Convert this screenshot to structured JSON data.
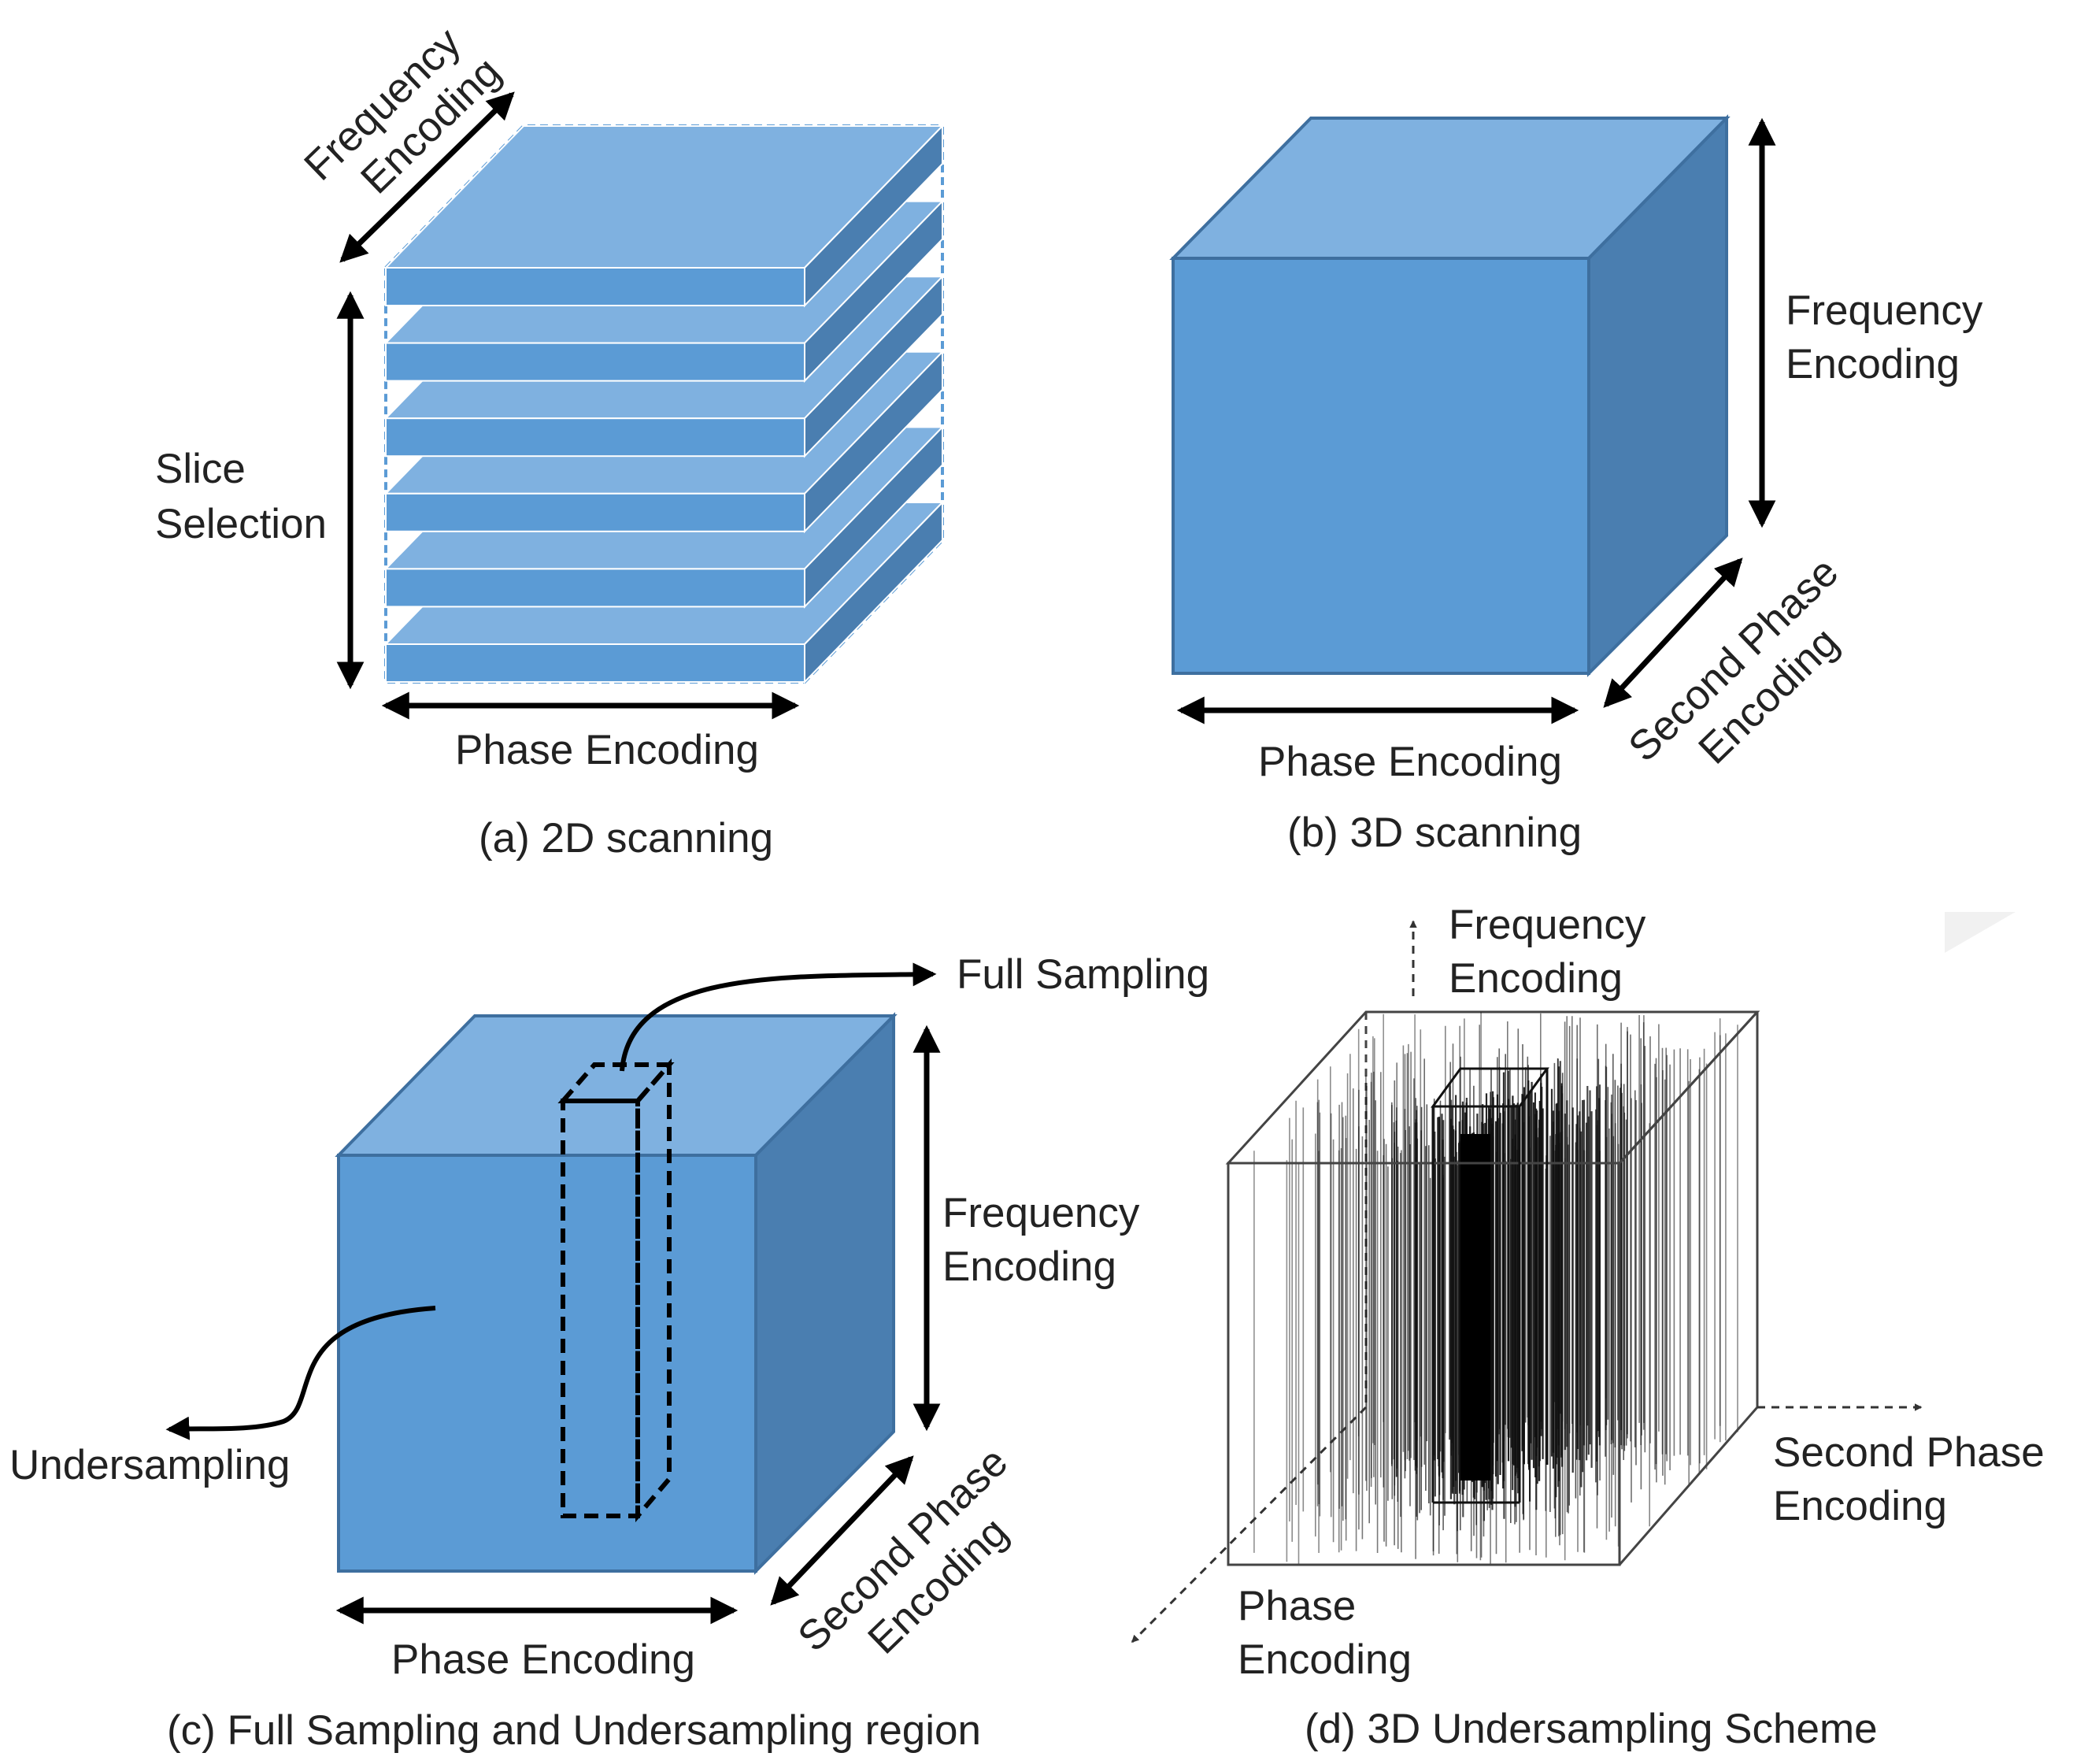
{
  "colors": {
    "face_front": "#5b9bd5",
    "face_top": "#7fb1e0",
    "face_side": "#4a7eb0",
    "face_stroke": "#3e6f9f",
    "slab_stroke": "#ffffff",
    "arrow": "#000000",
    "sampling_line": "#111111"
  },
  "panel_a": {
    "caption": "(a) 2D scanning",
    "frequency_label": [
      "Frequency",
      "Encoding"
    ],
    "slice_label": [
      "Slice",
      "Selection"
    ],
    "phase_label": "Phase Encoding",
    "slice_count": 6
  },
  "panel_b": {
    "caption": "(b) 3D scanning",
    "frequency_label": [
      "Frequency",
      "Encoding"
    ],
    "phase_label": "Phase Encoding",
    "second_phase_label": [
      "Second Phase",
      "Encoding"
    ]
  },
  "panel_c": {
    "caption": "(c) Full Sampling and Undersampling region",
    "full_sampling_label": "Full Sampling",
    "undersampling_label": "Undersampling",
    "frequency_label": [
      "Frequency",
      "Encoding"
    ],
    "phase_label": "Phase Encoding",
    "second_phase_label": [
      "Second Phase",
      "Encoding"
    ]
  },
  "panel_d": {
    "caption": "(d) 3D Undersampling Scheme",
    "frequency_label": [
      "Frequency",
      "Encoding"
    ],
    "second_phase_label": [
      "Second Phase",
      "Encoding"
    ],
    "phase_label": [
      "Phase",
      "Encoding"
    ]
  }
}
